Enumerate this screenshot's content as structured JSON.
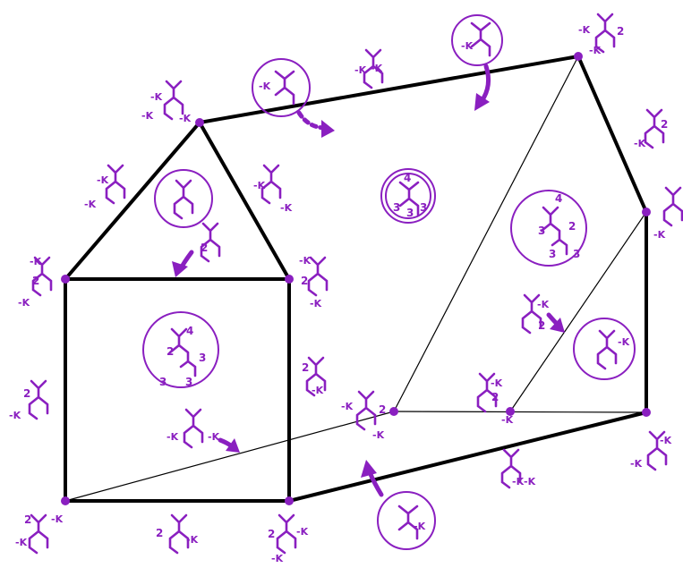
{
  "colors": {
    "edge": "#000000",
    "accent": "#8a1fc0"
  },
  "marks": {
    "k": "-K",
    "k_right": "K-",
    "two": "2",
    "three": "3",
    "four": "4"
  }
}
